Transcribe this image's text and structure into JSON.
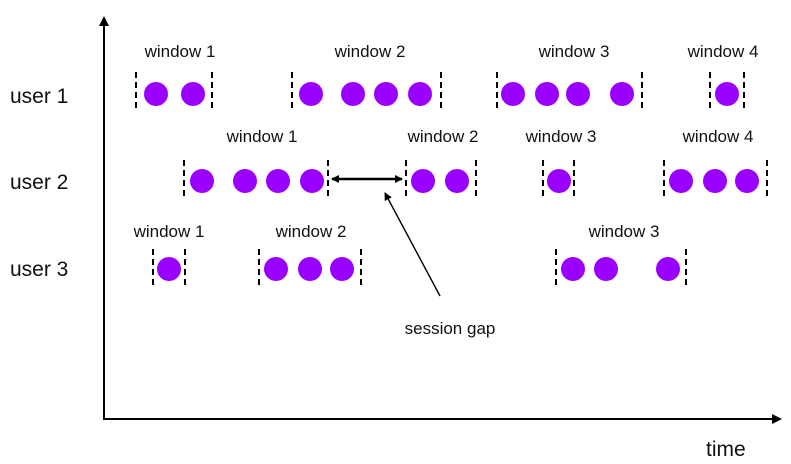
{
  "axis": {
    "x_label": "time"
  },
  "annotation": {
    "label": "session gap"
  },
  "colors": {
    "event": "#9900ff",
    "ink": "#000000"
  },
  "users": [
    {
      "label": "user 1",
      "windows": [
        {
          "label": "window 1",
          "events": 2
        },
        {
          "label": "window 2",
          "events": 4
        },
        {
          "label": "window 3",
          "events": 4
        },
        {
          "label": "window 4",
          "events": 1
        }
      ]
    },
    {
      "label": "user 2",
      "windows": [
        {
          "label": "window 1",
          "events": 4
        },
        {
          "label": "window 2",
          "events": 2
        },
        {
          "label": "window 3",
          "events": 1
        },
        {
          "label": "window 4",
          "events": 3
        }
      ]
    },
    {
      "label": "user 3",
      "windows": [
        {
          "label": "window 1",
          "events": 1
        },
        {
          "label": "window 2",
          "events": 3
        },
        {
          "label": "window 3",
          "events": 3
        }
      ]
    }
  ]
}
